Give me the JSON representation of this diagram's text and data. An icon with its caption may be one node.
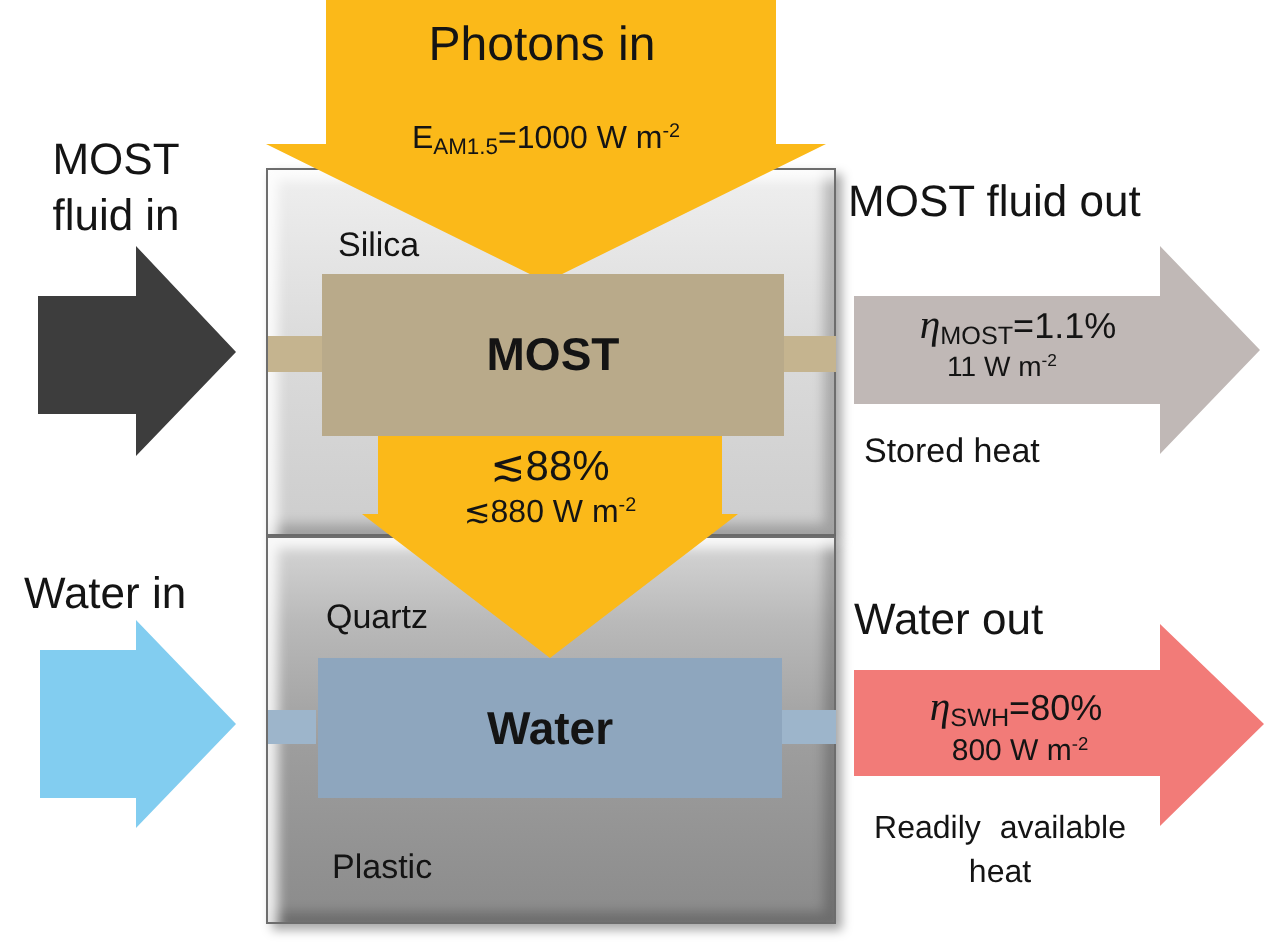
{
  "diagram": {
    "nodes": [
      {
        "text": [
          "Photons in",
          "E$_{AM1.5}$=1000 W m$^{-2}$"
        ]
      },
      {
        "text": [
          "MOST fluid in"
        ]
      },
      {
        "text": [
          "Silica"
        ]
      },
      {
        "text": [
          "MOST"
        ],
        "in": 2
      },
      {
        "text": [
          "MOST fluid out",
          "*η*$_{MOST}$=1.1%",
          "11 W m$^{-2}$"
        ],
        "beside": [
          "Stored heat"
        ]
      },
      {
        "text": [
          "Water in"
        ]
      },
      {
        "text": [
          "Quartz",
          "Plastic"
        ]
      },
      {
        "text": [
          "Water"
        ],
        "in": 6
      },
      {
        "text": [
          "Water out",
          "*η*$_{SWH}$=80%",
          "800 W m$^{-2}$"
        ],
        "beside": [
          "Readily available heat"
        ]
      }
    ],
    "edges": [
      {
        "from": 3,
        "to": 7,
        "arrow": "to",
        "label": "≲88% ≲880 W m$^{-2}$",
        "style": "thick",
        "color": "#fbb919"
      }
    ]
  }
}
